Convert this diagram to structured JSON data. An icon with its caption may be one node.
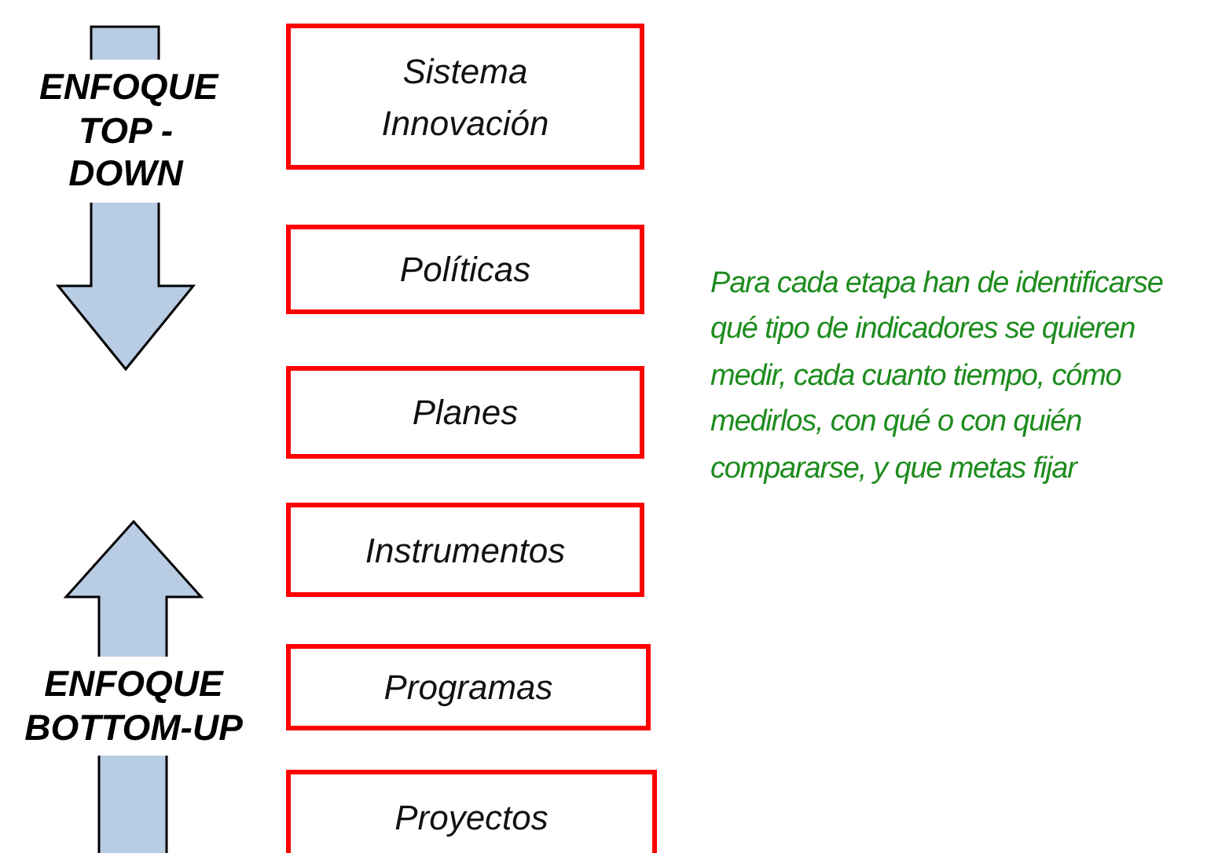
{
  "diagram": {
    "nodes": [
      {
        "text": [
          "ENFOQUE TOP - DOWN"
        ]
      },
      {
        "text": [
          "Sistema Innovación"
        ]
      },
      {
        "text": [
          "Políticas"
        ]
      },
      {
        "text": [
          "Planes"
        ]
      },
      {
        "text": [
          "Instrumentos"
        ]
      },
      {
        "text": [
          "ENFOQUE BOTTOM-UP"
        ]
      },
      {
        "text": [
          "Programas"
        ]
      },
      {
        "text": [
          "Proyectos"
        ]
      }
    ],
    "labels": [
      "Para cada etapa han de identificarse qué tipo de indicadores se quieren medir, cada cuanto tiempo, cómo medirlos, con qué o con quién compararse, y que metas fijar"
    ]
  }
}
